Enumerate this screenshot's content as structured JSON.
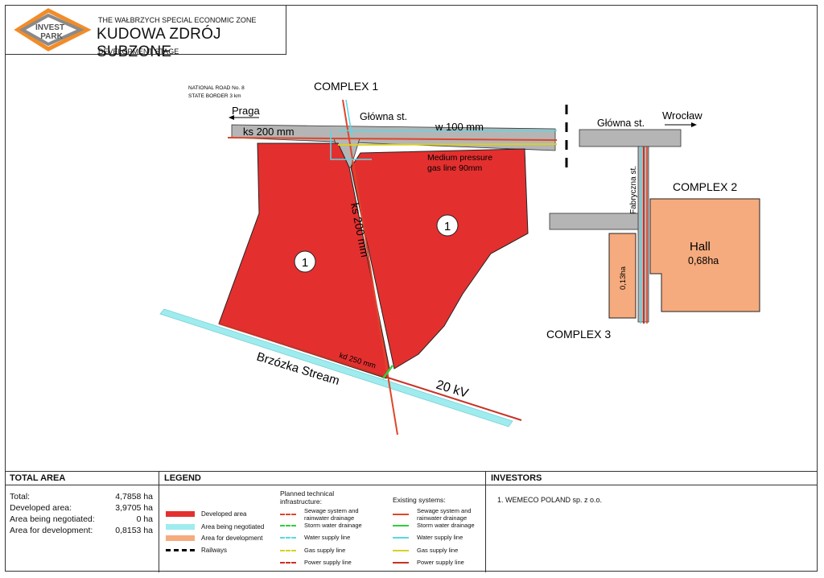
{
  "header": {
    "logo_text_1": "INVEST",
    "logo_text_2": "PARK",
    "zone": "THE WAŁBRZYCH SPECIAL ECONOMIC ZONE",
    "title": "KUDOWA ZDRÓJ SUBZONE",
    "stage": "DEVELOPMENT STAGE"
  },
  "map": {
    "road_note_1": "NATIONAL ROAD No. 8",
    "road_note_2": "STATE BORDER  3 km",
    "praga": "Praga",
    "wroclaw": "Wrocław",
    "complex1": "COMPLEX 1",
    "complex2": "COMPLEX 2",
    "complex3": "COMPLEX 3",
    "glowna_1": "Główna st.",
    "glowna_2": "Główna st.",
    "fabryczna": "Fabryczna st.",
    "ks200_h": "ks 200 mm",
    "ks200_v": "ks 200 mm",
    "w100": "w 100 mm",
    "gas_1": "Medium pressure",
    "gas_2": "gas line 90mm",
    "kd250": "kd 250 mm",
    "stream": "Brzózka Stream",
    "kv20": "20 kV",
    "plot_num": "1",
    "hall": "Hall",
    "hall_area": "0,68ha",
    "small_area": "0,13ha"
  },
  "total_area": {
    "heading": "TOTAL AREA",
    "rows": [
      {
        "label": "Total:",
        "value": "4,7858 ha"
      },
      {
        "label": "Developed area:",
        "value": "3,9705 ha"
      },
      {
        "label": "Area being negotiated:",
        "value": "0 ha"
      },
      {
        "label": "Area for development:",
        "value": "0,8153 ha"
      }
    ]
  },
  "legend": {
    "heading": "LEGEND",
    "areas": [
      {
        "label": "Developed area",
        "color": "#e3302f"
      },
      {
        "label": "Area being negotiated",
        "color": "#9fecef"
      },
      {
        "label": "Area for development",
        "color": "#f5ab7e"
      },
      {
        "label": "Railways",
        "color": "#000000"
      }
    ],
    "planned_title_1": "Planned technical",
    "planned_title_2": "infrastructure:",
    "existing_title": "Existing systems:",
    "planned": [
      {
        "label_1": "Sewage system and",
        "label_2": "rainwater drainage",
        "color": "#e0452a"
      },
      {
        "label_1": "Storm water drainage",
        "label_2": "",
        "color": "#2fcf3a"
      },
      {
        "label_1": "Water supply line",
        "label_2": "",
        "color": "#5ad8e6"
      },
      {
        "label_1": "Gas supply line",
        "label_2": "",
        "color": "#d8cf2a"
      },
      {
        "label_1": "Power supply line",
        "label_2": "",
        "color": "#c83226"
      }
    ],
    "existing": [
      {
        "label_1": "Sewage system and",
        "label_2": "rainwater drainage",
        "color": "#e0452a"
      },
      {
        "label_1": "Storm water drainage",
        "label_2": "",
        "color": "#2fcf3a"
      },
      {
        "label_1": "Water supply line",
        "label_2": "",
        "color": "#5ad8e6"
      },
      {
        "label_1": "Gas supply line",
        "label_2": "",
        "color": "#d8cf2a"
      },
      {
        "label_1": "Power supply line",
        "label_2": "",
        "color": "#c83226"
      }
    ]
  },
  "investors": {
    "heading": "INVESTORS",
    "items": [
      "1. WEMECO POLAND sp. z o.o."
    ]
  }
}
